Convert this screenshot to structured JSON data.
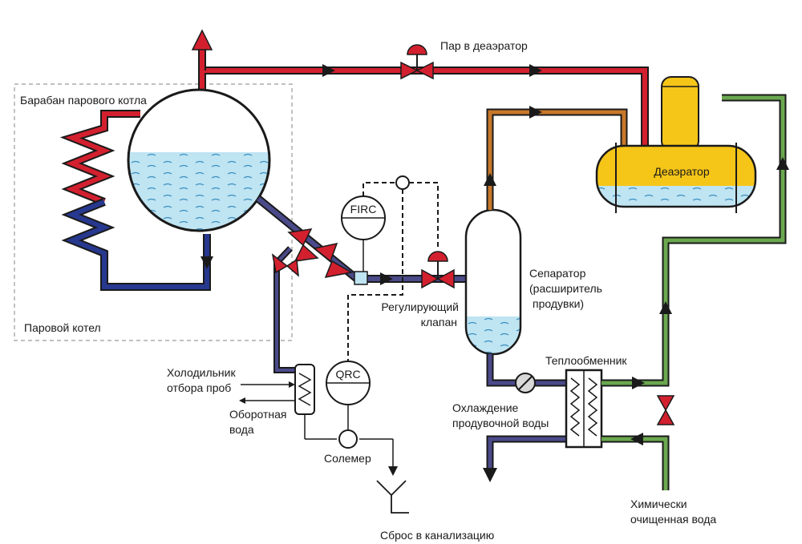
{
  "labels": {
    "boiler_drum": "Барабан парового котла",
    "boiler": "Паровой котел",
    "steam_to_deaerator": "Пар в деаэратор",
    "deaerator": "Деаэратор",
    "firc": "FIRC",
    "qrc": "QRC",
    "control_valve_line1": "Регулирующий",
    "control_valve_line2": "клапан",
    "separator_line1": "Сепаратор",
    "separator_line2": "(расширитель",
    "separator_line3": "продувки)",
    "heat_exchanger": "Теплообменник",
    "sample_cooler_line1": "Холодильник",
    "sample_cooler_line2": "отбора проб",
    "recycled_water_line1": "Оборотная",
    "recycled_water_line2": "вода",
    "blowdown_cooling_line1": "Охлаждение",
    "blowdown_cooling_line2": "продувочной воды",
    "salinometer": "Солемер",
    "drain": "Сброс в канализацию",
    "treated_water_line1": "Химически",
    "treated_water_line2": "очищенная вода"
  },
  "colors": {
    "steam": "#d3202f",
    "feedwater": "#27388f",
    "blowdown": "#4a4a8a",
    "flash_steam": "#c8782a",
    "treated_water": "#6aa84f",
    "deaerator_body": "#f5c518",
    "water": "#bfe4f2",
    "valve": "#d3202f"
  }
}
